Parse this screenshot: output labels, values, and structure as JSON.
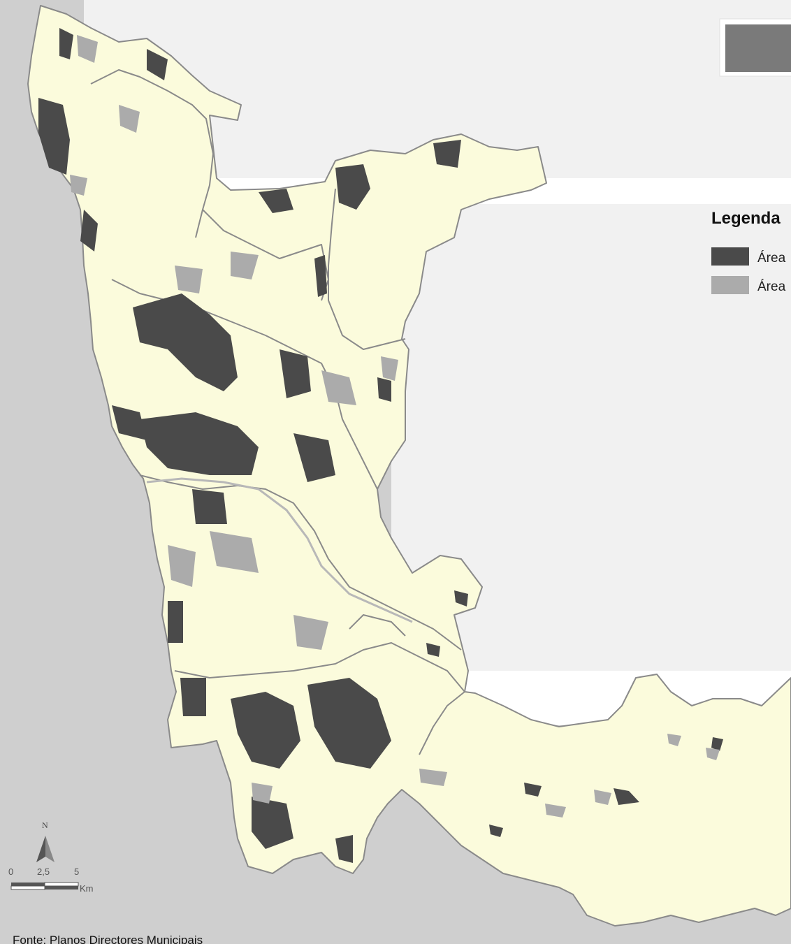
{
  "legend": {
    "title": "Legenda",
    "items": [
      {
        "label": "Área",
        "color": "#4a4a4a"
      },
      {
        "label": "Área",
        "color": "#ababab"
      }
    ]
  },
  "scale_bar": {
    "ticks": [
      "0",
      "2,5",
      "5"
    ],
    "unit": "Km"
  },
  "north_arrow": {
    "label": "N"
  },
  "source": "Fonte: Planos Directores Municipais",
  "colors": {
    "sea": "#cfcfcf",
    "panel_background": "#f1f1f1",
    "land": "#fbfbdc",
    "boundary": "#8a8a8a",
    "dark_areas": "#4a4a4a",
    "light_areas": "#ababab",
    "inset_box": "#7a7a7a"
  }
}
